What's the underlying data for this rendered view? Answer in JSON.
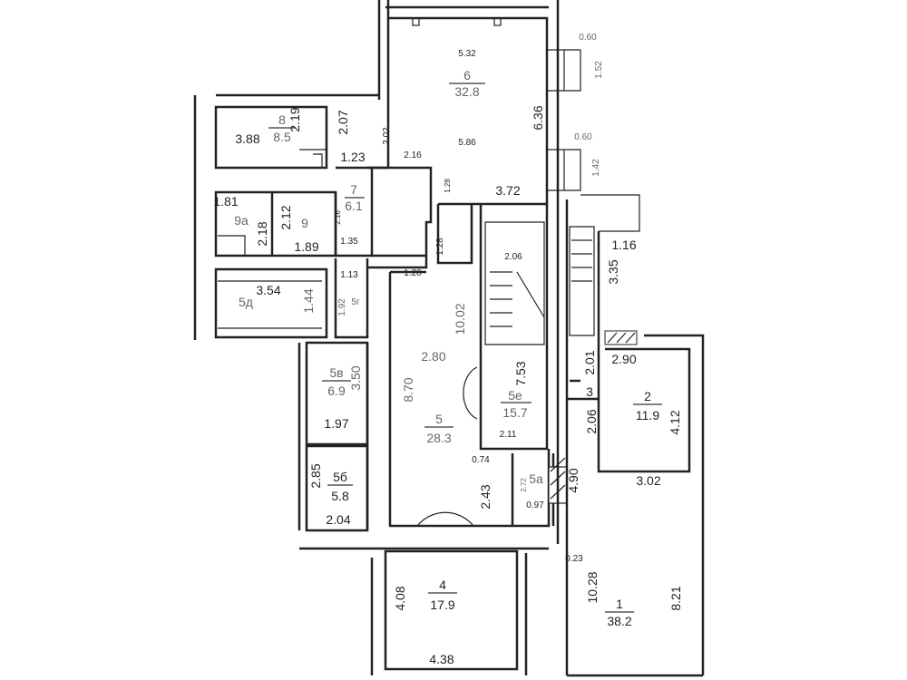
{
  "rooms": {
    "r6": {
      "num": "6",
      "area": "32.8"
    },
    "r8": {
      "num": "8",
      "area": "8.5"
    },
    "r7": {
      "num": "7",
      "area": "6.1"
    },
    "r9a": {
      "num": "9а"
    },
    "r9": {
      "num": "9"
    },
    "r5d": {
      "num": "5д"
    },
    "r5g": {
      "num": "5г"
    },
    "r5v": {
      "num": "5в",
      "area": "6.9"
    },
    "r5": {
      "num": "5",
      "area": "28.3"
    },
    "r5e": {
      "num": "5е",
      "area": "15.7"
    },
    "r5a": {
      "num": "5а"
    },
    "r5b": {
      "num": "5б",
      "area": "5.8"
    },
    "r4": {
      "num": "4",
      "area": "17.9"
    },
    "r3": {
      "num": "3"
    },
    "r2": {
      "num": "2",
      "area": "11.9"
    },
    "r1": {
      "num": "1",
      "area": "38.2"
    }
  },
  "dims": {
    "d532": "5.32",
    "d636": "6.36",
    "d586": "5.86",
    "d060a": "0.60",
    "d152": "1.52",
    "d060b": "0.60",
    "d142": "1.42",
    "d372": "3.72",
    "d216a": "2.16",
    "d128a": "1.28",
    "d388": "3.88",
    "d219": "2.19",
    "d207": "2.07",
    "d202": "2.02",
    "d123": "1.23",
    "d216b": "2.16",
    "d135": "1.35",
    "d181": "1.81",
    "d218": "2.18",
    "d212": "2.12",
    "d189": "1.89",
    "d113": "1.13",
    "d120": "1.20",
    "d128b": "1.28",
    "d354": "3.54",
    "d144": "1.44",
    "d192": "1.92",
    "d1002": "10.02",
    "d206a": "2.06",
    "d116": "1.16",
    "d335": "3.35",
    "d280": "2.80",
    "d870": "8.70",
    "d350": "3.50",
    "d197": "1.97",
    "d753": "7.53",
    "d211": "2.11",
    "d201": "2.01",
    "d206b": "2.06",
    "d290": "2.90",
    "d412": "4.12",
    "d302": "3.02",
    "d074": "0.74",
    "d243": "2.43",
    "d272": "2.72",
    "d097": "0.97",
    "d490": "4.90",
    "d285": "2.85",
    "d204": "2.04",
    "d408": "4.08",
    "d438": "4.38",
    "d023": "0.23",
    "d1028": "10.28",
    "d821": "8.21"
  }
}
